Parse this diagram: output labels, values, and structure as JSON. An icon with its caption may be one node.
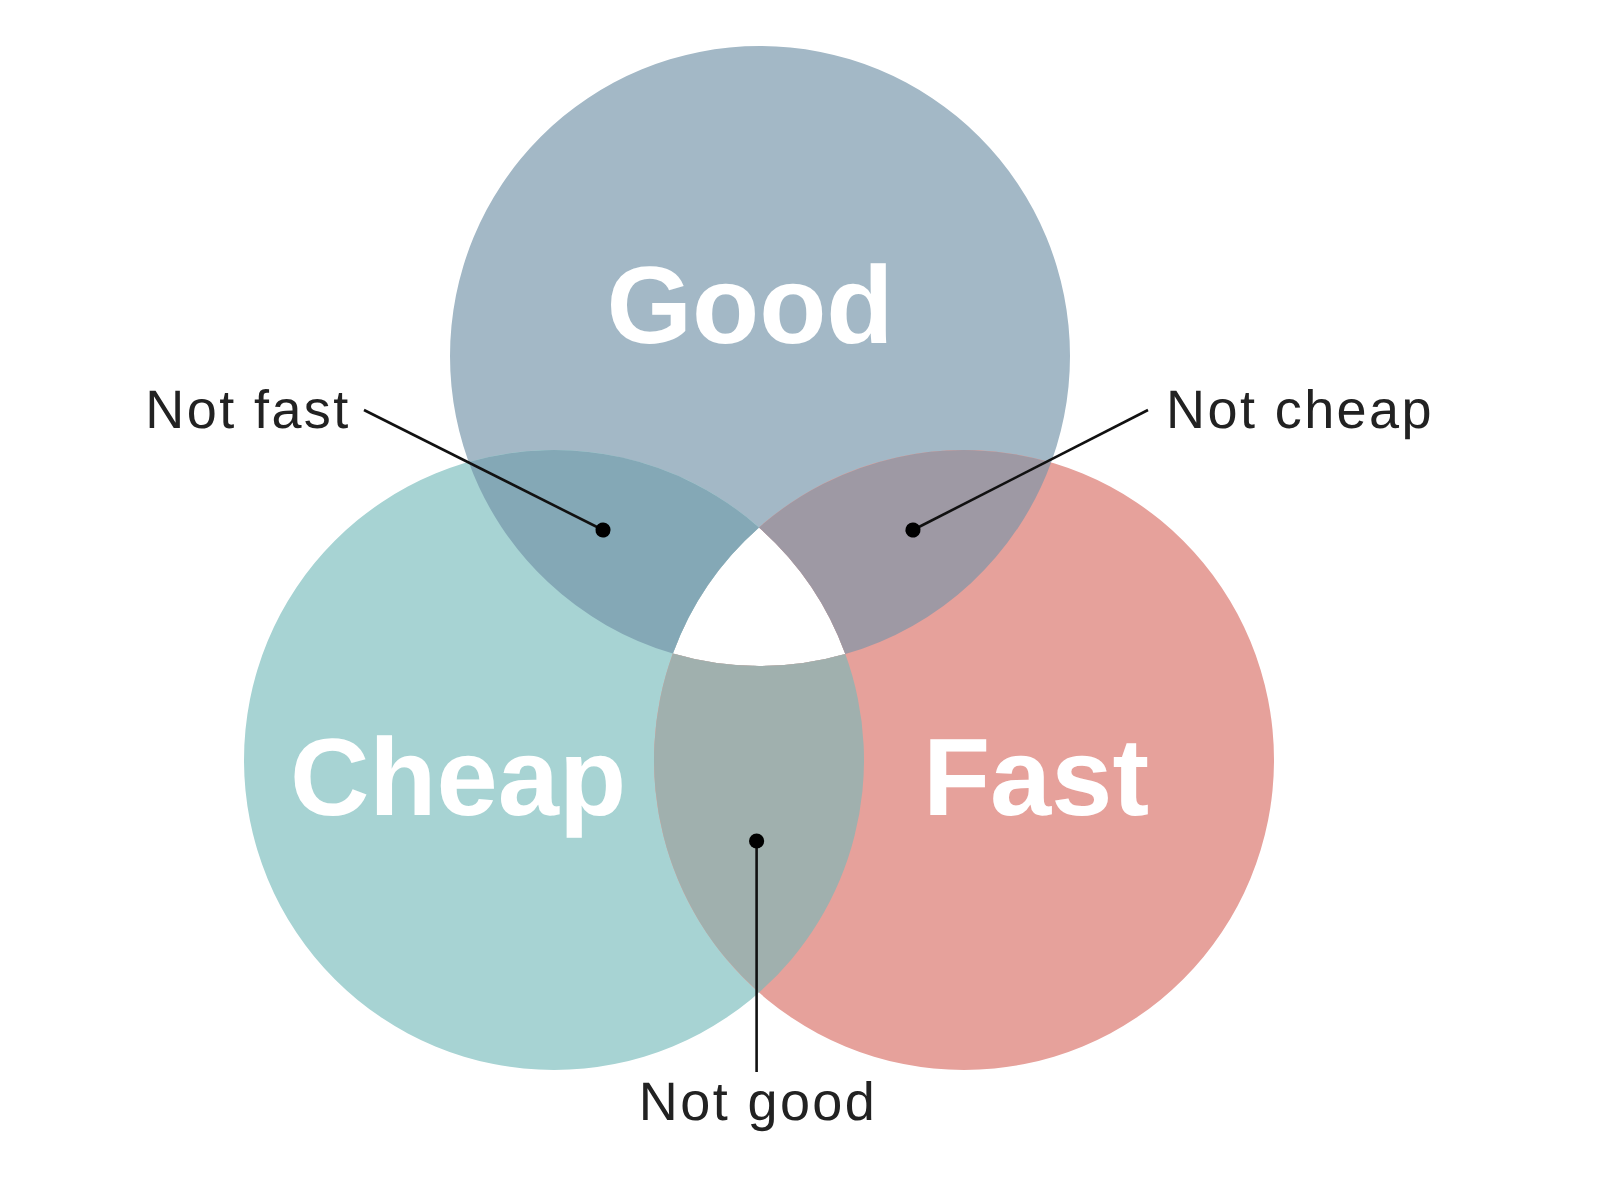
{
  "diagram": {
    "nodes": [
      {
        "text": [
          "Good"
        ]
      },
      {
        "text": [
          "Not fast"
        ]
      },
      {
        "text": [
          "Not cheap"
        ]
      },
      {
        "text": [],
        "shape": "lens"
      },
      {
        "text": [],
        "shape": "lens"
      },
      {
        "text": [
          "Cheap"
        ]
      },
      {
        "text": [
          "Fast"
        ]
      },
      {
        "text": [],
        "shape": "lens"
      },
      {
        "text": [
          "Not good"
        ]
      }
    ],
    "edges": [
      {
        "from": 1,
        "to": 3,
        "arrow": "other"
      },
      {
        "from": 2,
        "to": 4,
        "arrow": "other"
      },
      {
        "from": 8,
        "to": 7,
        "arrow": "other"
      }
    ]
  }
}
